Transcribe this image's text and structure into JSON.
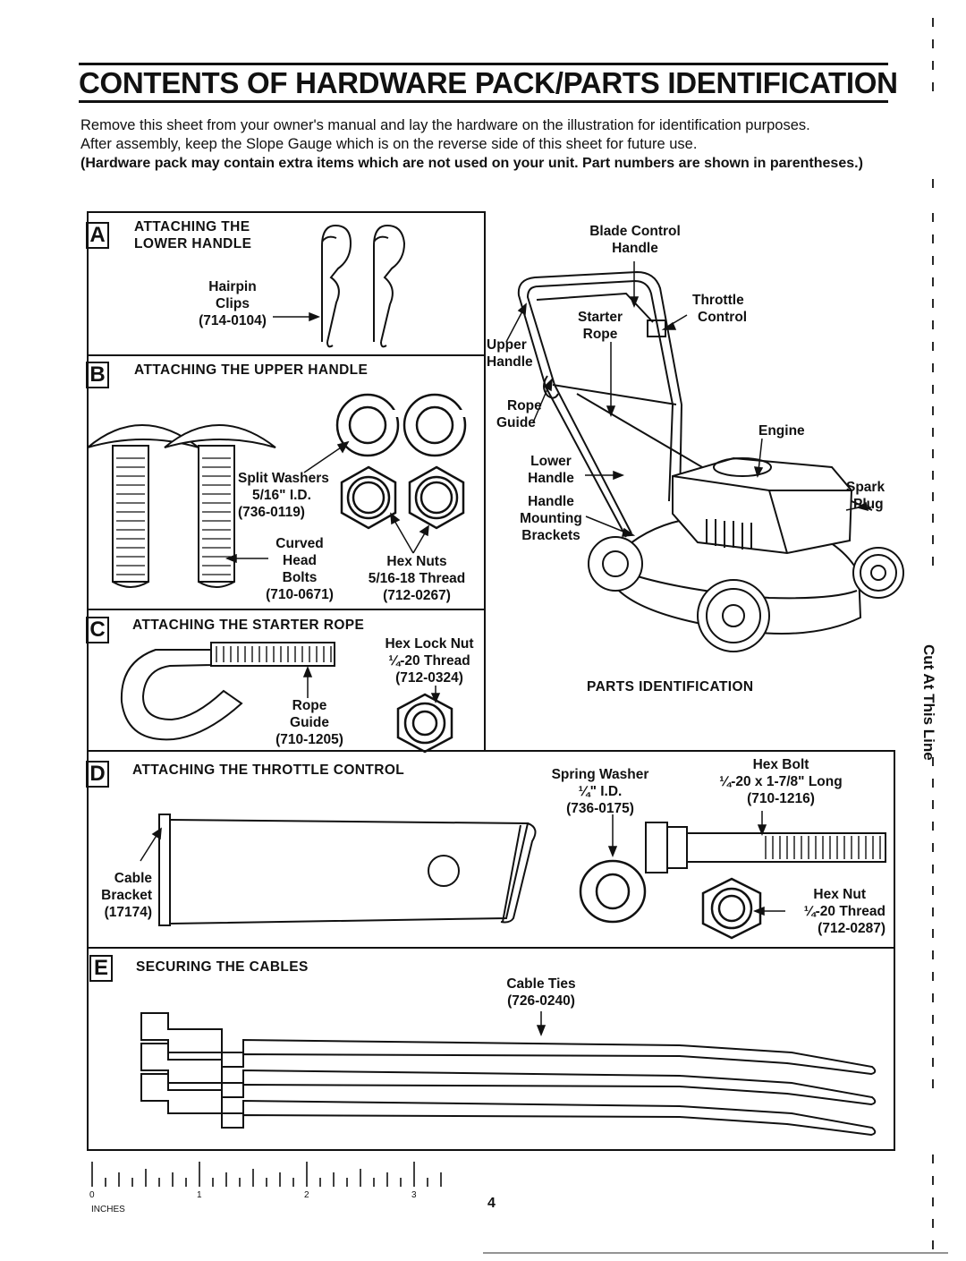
{
  "title": "CONTENTS OF HARDWARE PACK/PARTS IDENTIFICATION",
  "intro": {
    "line1": "Remove this sheet from your owner's manual and lay the hardware on the illustration for identification purposes.",
    "line2": "After assembly, keep the Slope Gauge which is on the reverse side of this sheet for future use.",
    "bold": "(Hardware pack may contain extra items which are not used on your unit. Part numbers are shown in parentheses.)"
  },
  "sections": {
    "a": {
      "letter": "A",
      "title_line1": "ATTACHING THE",
      "title_line2": "LOWER HANDLE",
      "part_name_1": "Hairpin",
      "part_name_2": "Clips",
      "part_number": "(714-0104)"
    },
    "b": {
      "letter": "B",
      "title": "ATTACHING THE UPPER HANDLE",
      "washers_1": "Split Washers",
      "washers_2": "5/16\" I.D.",
      "washers_3": "(736-0119)",
      "bolts_1": "Curved",
      "bolts_2": "Head",
      "bolts_3": "Bolts",
      "bolts_4": "(710-0671)",
      "nuts_1": "Hex Nuts",
      "nuts_2": "5/16-18 Thread",
      "nuts_3": "(712-0267)"
    },
    "c": {
      "letter": "C",
      "title": "ATTACHING THE STARTER ROPE",
      "locknut_1": "Hex Lock Nut",
      "locknut_2": "¼-20 Thread",
      "locknut_3": "(712-0324)",
      "guide_1": "Rope",
      "guide_2": "Guide",
      "guide_3": "(710-1205)"
    },
    "d": {
      "letter": "D",
      "title": "ATTACHING THE THROTTLE CONTROL",
      "bracket_1": "Cable",
      "bracket_2": "Bracket",
      "bracket_3": "(17174)",
      "washer_1": "Spring Washer",
      "washer_2": "¼\" I.D.",
      "washer_3": "(736-0175)",
      "bolt_1": "Hex Bolt",
      "bolt_2": "¼-20 x 1-7/8\" Long",
      "bolt_3": "(710-1216)",
      "nut_1": "Hex Nut",
      "nut_2": "¼-20 Thread",
      "nut_3": "(712-0287)"
    },
    "e": {
      "letter": "E",
      "title": "SECURING THE CABLES",
      "ties_1": "Cable Ties",
      "ties_2": "(726-0240)"
    }
  },
  "mower": {
    "blade_control_1": "Blade Control",
    "blade_control_2": "Handle",
    "throttle_1": "Throttle",
    "throttle_2": "Control",
    "starter_1": "Starter",
    "starter_2": "Rope",
    "upper_1": "Upper",
    "upper_2": "Handle",
    "ropeguide_1": "Rope",
    "ropeguide_2": "Guide",
    "engine": "Engine",
    "lower_1": "Lower",
    "lower_2": "Handle",
    "spark_1": "Spark",
    "spark_2": "Plug",
    "brackets_1": "Handle",
    "brackets_2": "Mounting",
    "brackets_3": "Brackets",
    "caption": "PARTS IDENTIFICATION"
  },
  "side_text": "Cut At This Line",
  "ruler": {
    "n0": "0",
    "n1": "1",
    "n2": "2",
    "n3": "3",
    "unit": "INCHES"
  },
  "page_number": "4"
}
